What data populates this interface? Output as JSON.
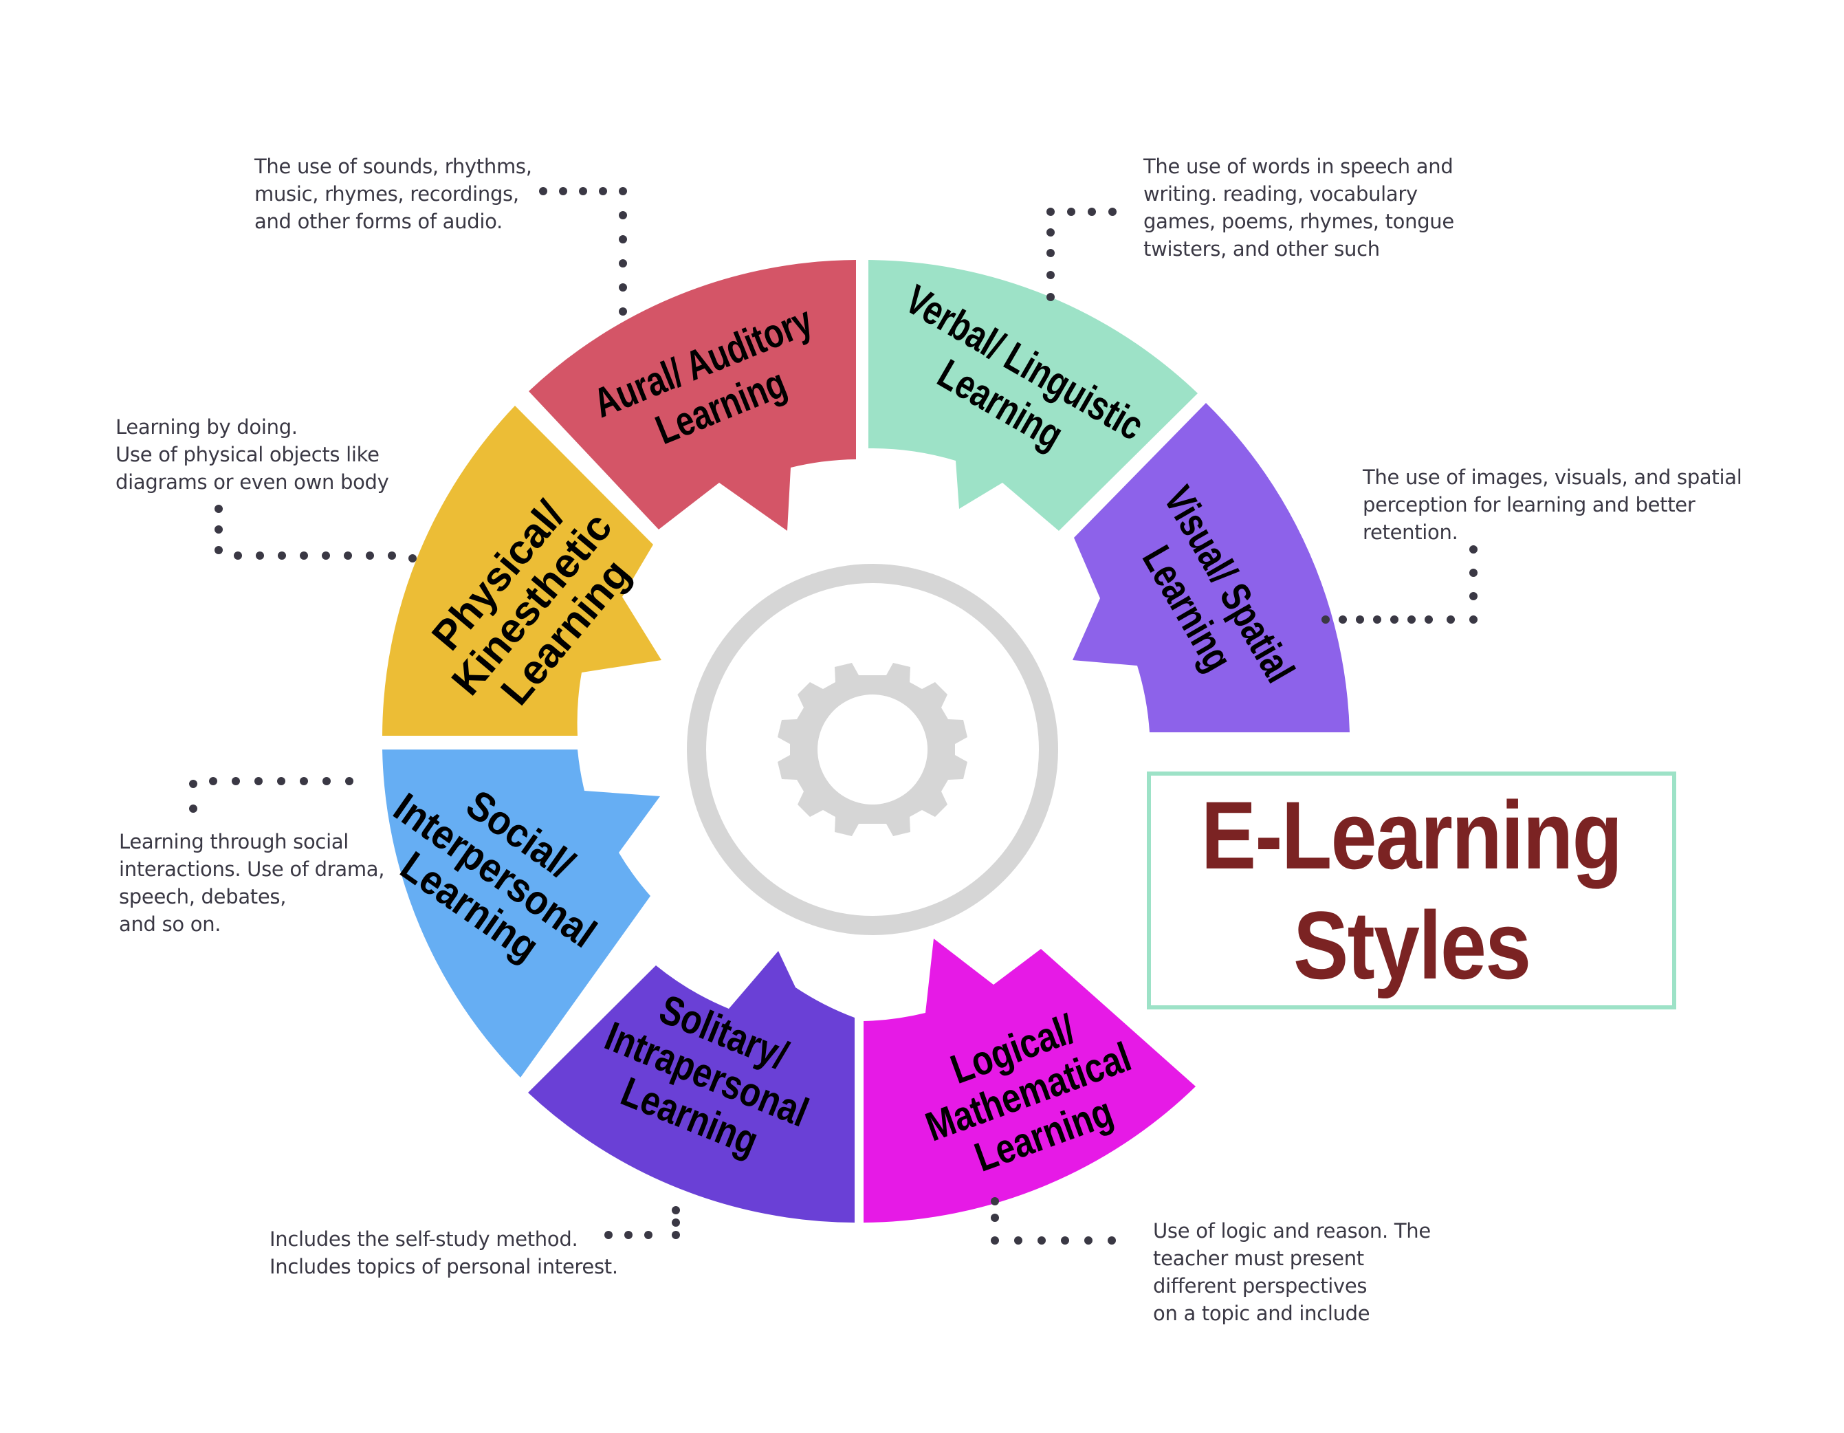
{
  "title": {
    "line1": "E-Learning",
    "line2": "Styles",
    "color": "#7b2323",
    "border_color": "#9de2c7"
  },
  "center_icon": "gear-icon",
  "segments": [
    {
      "id": "aural",
      "label_lines": [
        "Aural/ Auditory",
        "Learning"
      ],
      "color": "#d45567",
      "description": "The use of sounds, rhythms,\nmusic, rhymes, recordings,\nand other forms of audio."
    },
    {
      "id": "verbal",
      "label_lines": [
        "Verbal/ Linguistic",
        "Learning"
      ],
      "color": "#9de2c7",
      "description": "The use of words in speech and\nwriting. reading, vocabulary\ngames, poems, rhymes, tongue\ntwisters, and other such"
    },
    {
      "id": "visual",
      "label_lines": [
        "Visual/ Spatial",
        "Learning"
      ],
      "color": "#8d62ea",
      "description": "The use of images, visuals, and spatial\nperception for learning and better\nretention."
    },
    {
      "id": "logical",
      "label_lines": [
        "Logical/",
        "Mathematical",
        "Learning"
      ],
      "color": "#e61ae6",
      "description": "Use of logic and reason. The\nteacher must present\ndifferent perspectives\non a topic and include"
    },
    {
      "id": "solitary",
      "label_lines": [
        "Solitary/",
        "Intrapersonal",
        "Learning"
      ],
      "color": "#6a40d6",
      "description": "Includes the self-study method.\nIncludes topics of personal interest."
    },
    {
      "id": "social",
      "label_lines": [
        "Social/",
        "Interpersonal",
        "Learning"
      ],
      "color": "#66aef3",
      "description": "Learning through social\ninteractions. Use of drama,\nspeech, debates,\nand so on."
    },
    {
      "id": "physical",
      "label_lines": [
        "Physical/",
        "Kinesthetic",
        "Learning"
      ],
      "color": "#ecbd36",
      "description": "Learning by doing.\nUse of physical objects like\ndiagrams or even own body"
    }
  ]
}
